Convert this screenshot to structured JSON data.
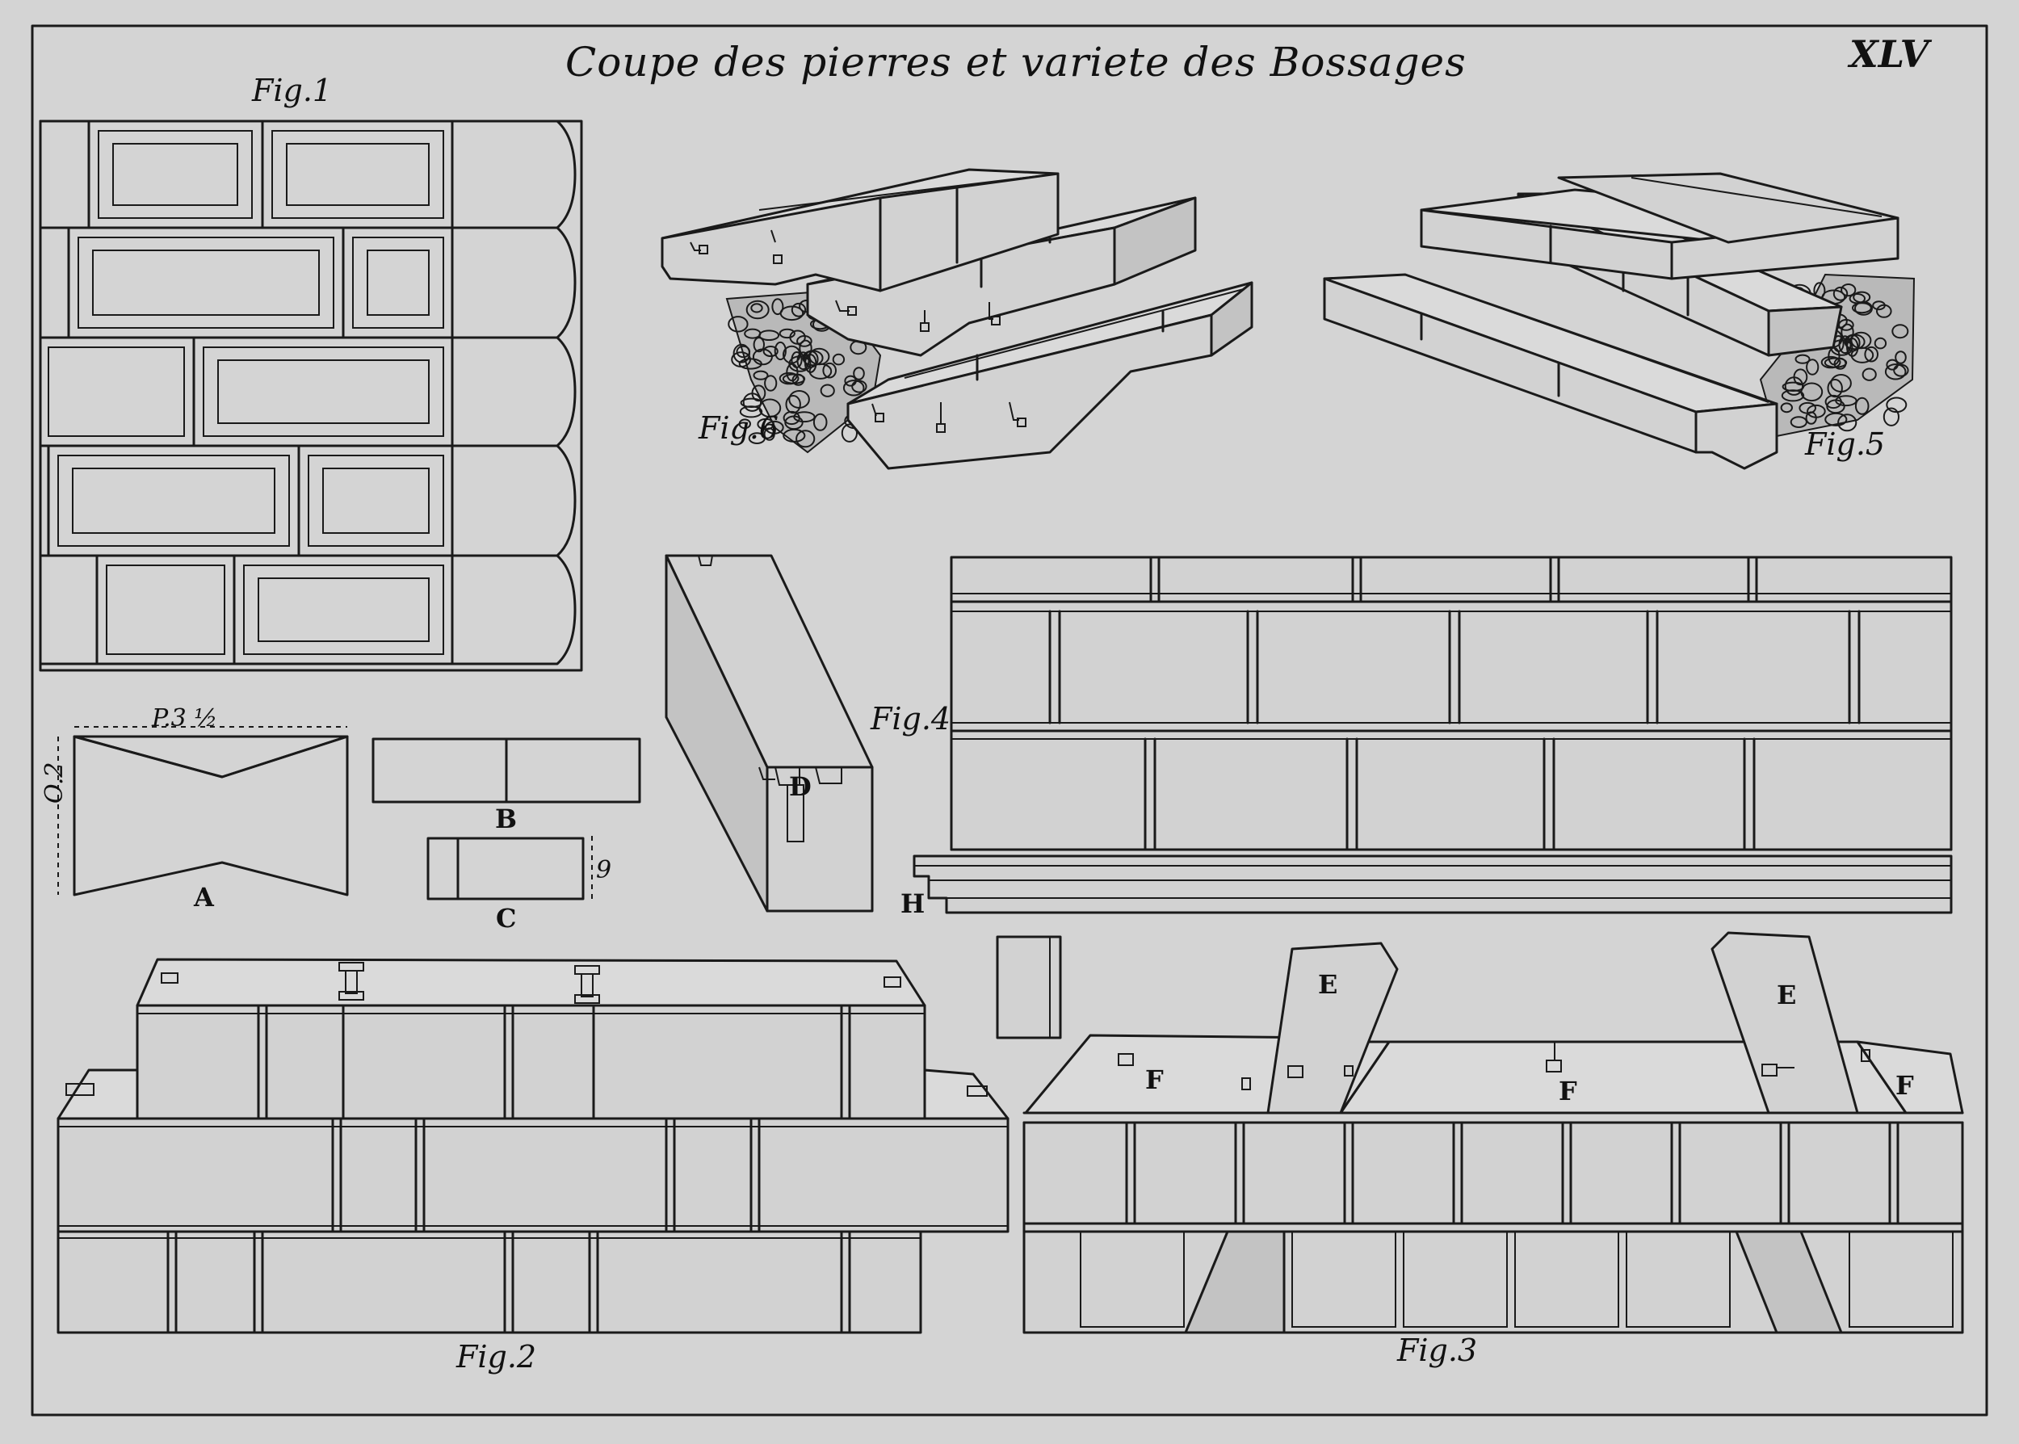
{
  "plate": {
    "title": "Coupe des pierres et variete des Bossages",
    "number": "XLV"
  },
  "figures": {
    "fig1": "Fig.1",
    "fig2": "Fig.2",
    "fig3": "Fig.3",
    "fig4": "Fig.4",
    "fig5": "Fig.5",
    "fig6": "Fig.6"
  },
  "letters": {
    "A": "A",
    "B": "B",
    "C": "C",
    "D": "D",
    "E": "E",
    "F": "F",
    "H": "H"
  },
  "dimensions": {
    "width_p": "P.3 ½",
    "height_o": "O.2",
    "height_small": "9"
  },
  "colors": {
    "paper": "#d4d4d4",
    "ink": "#1a1a1a"
  }
}
